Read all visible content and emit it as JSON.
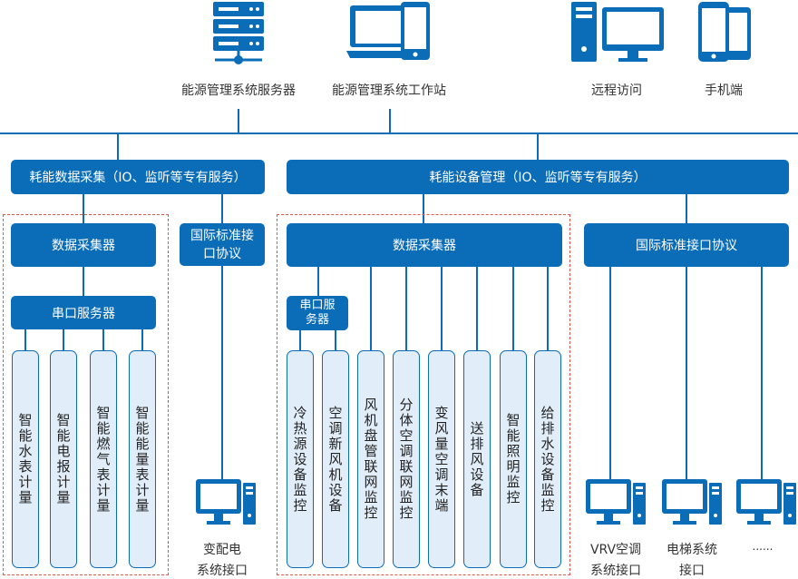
{
  "top_devices": {
    "server": {
      "label": "能源管理系统服务器",
      "icon": "server-icon"
    },
    "workstation": {
      "label": "能源管理系统工作站",
      "icon": "laptop-icon"
    },
    "remote": {
      "label": "远程访问",
      "icon": "desktop-computer-icon"
    },
    "mobile": {
      "label": "手机端",
      "icon": "mobile-phone-icon"
    }
  },
  "left_section": {
    "header": "耗能数据采集（IO、监听等专有服务）",
    "collector": "数据采集器",
    "serial_server": "串口服务器",
    "meters": [
      "智能水表计量",
      "智能电报计量",
      "智能燃气表计量",
      "智能能量表计量"
    ],
    "protocol": "国际标准接口协议",
    "substation": {
      "line1": "变配电",
      "line2": "系统接口"
    }
  },
  "right_section": {
    "header": "耗能设备管理（IO、监听等专有服务）",
    "collector": "数据采集器",
    "serial_server": "串口服务器",
    "devices": [
      "冷热源设备监控",
      "空调新风机设备",
      "风机盘管联网监控",
      "分体空调联网监控",
      "变风量空调末端",
      "送排风设备",
      "智能照明监控",
      "给排水设备监控"
    ],
    "protocol": "国际标准接口协议",
    "interfaces": [
      {
        "line1": "VRV空调",
        "line2": "系统接口"
      },
      {
        "line1": "电梯系统",
        "line2": "接口"
      },
      {
        "line1": "......",
        "line2": ""
      }
    ]
  },
  "colors": {
    "primary": "#0b6cb8",
    "light_fill": "#e1eefa",
    "dashed_border": "#e0554f",
    "text": "#333333"
  }
}
